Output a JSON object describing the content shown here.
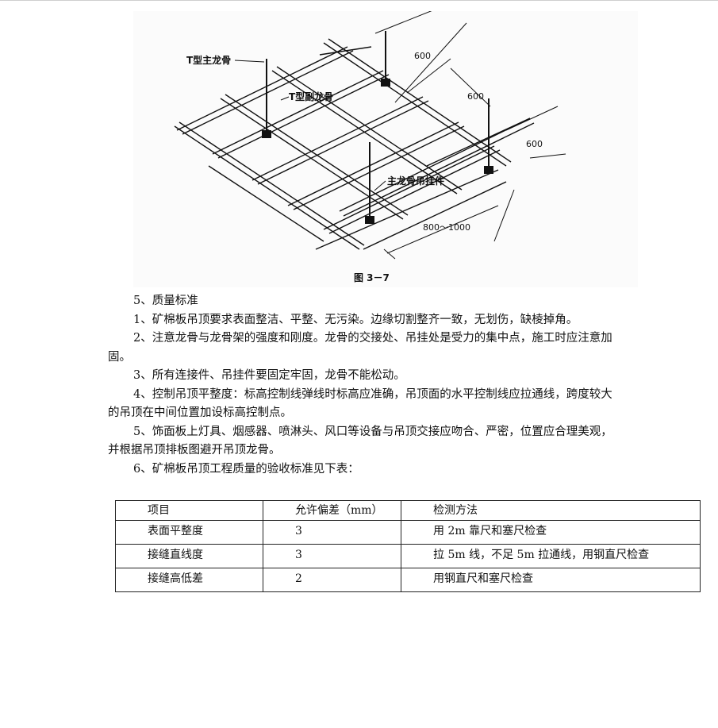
{
  "figure": {
    "labels": {
      "main_keel": "T型主龙骨",
      "sub_keel": "T型副龙骨",
      "hanger": "主龙骨吊挂件",
      "dim1": "600",
      "dim2": "600",
      "dim3": "600",
      "dim4": "800～1000"
    },
    "caption": "图 3－7"
  },
  "paragraphs": [
    {
      "text": "5、质量标准",
      "indent": true
    },
    {
      "text": "1、矿棉板吊顶要求表面整洁、平整、无污染。边缘切割整齐一致，无划伤，缺棱掉角。",
      "indent": true
    },
    {
      "text": "2、注意龙骨与龙骨架的强度和刚度。龙骨的交接处、吊挂处是受力的集中点，施工时应注意加固。",
      "indent": true
    },
    {
      "text": "3、所有连接件、吊挂件要固定牢固，龙骨不能松动。",
      "indent": true
    },
    {
      "text": "4、控制吊顶平整度：标高控制线弹线时标高应准确，吊顶面的水平控制线应拉通线，跨度较大的吊顶在中间位置加设标高控制点。",
      "indent": true
    },
    {
      "text": "5、饰面板上灯具、烟感器、喷淋头、风口等设备与吊顶交接应吻合、严密，位置应合理美观，并根据吊顶排板图避开吊顶龙骨。",
      "indent": true
    },
    {
      "text": "6、矿棉板吊顶工程质量的验收标准见下表：",
      "indent": true
    }
  ],
  "table": {
    "headers": [
      "项目",
      "允许偏差（mm）",
      "检测方法"
    ],
    "rows": [
      [
        "表面平整度",
        "3",
        "用 2m 靠尺和塞尺检查"
      ],
      [
        "接缝直线度",
        "3",
        "拉 5m 线，不足 5m 拉通线，用钢直尺检查"
      ],
      [
        "接缝高低差",
        "2",
        "用钢直尺和塞尺检查"
      ]
    ]
  }
}
